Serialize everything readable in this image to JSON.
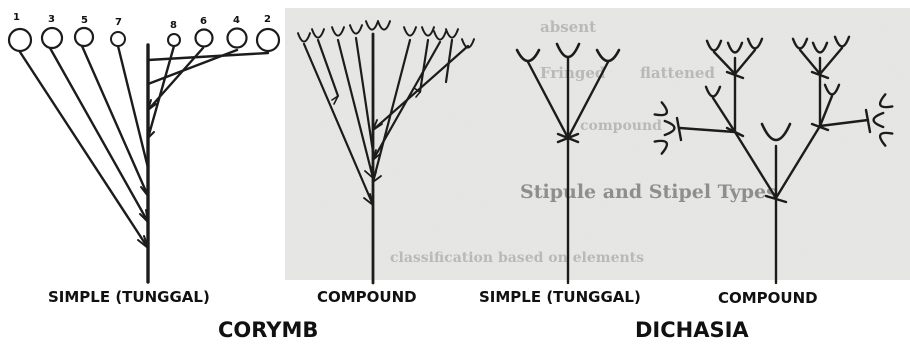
{
  "diagrams": {
    "simple_corymb": {
      "flower_numbers": [
        "1",
        "3",
        "5",
        "7",
        "8",
        "6",
        "4",
        "2"
      ],
      "label": "SIMPLE (TUNGGAL)"
    },
    "compound_corymb": {
      "label": "COMPOUND"
    },
    "simple_dichasium": {
      "label": "SIMPLE (TUNGGAL)"
    },
    "compound_dichasium": {
      "label": "COMPOUND"
    }
  },
  "captions": {
    "left": "CORYMB",
    "right": "DICHASIA"
  },
  "background_scan_text": [
    "absent",
    "Fringed",
    "flattened",
    "compound",
    "Stipule and Stipel Types",
    "classification based on elements"
  ],
  "colors": {
    "ink": "#1c1c1c",
    "paper_scan": "#e9e9e7"
  }
}
